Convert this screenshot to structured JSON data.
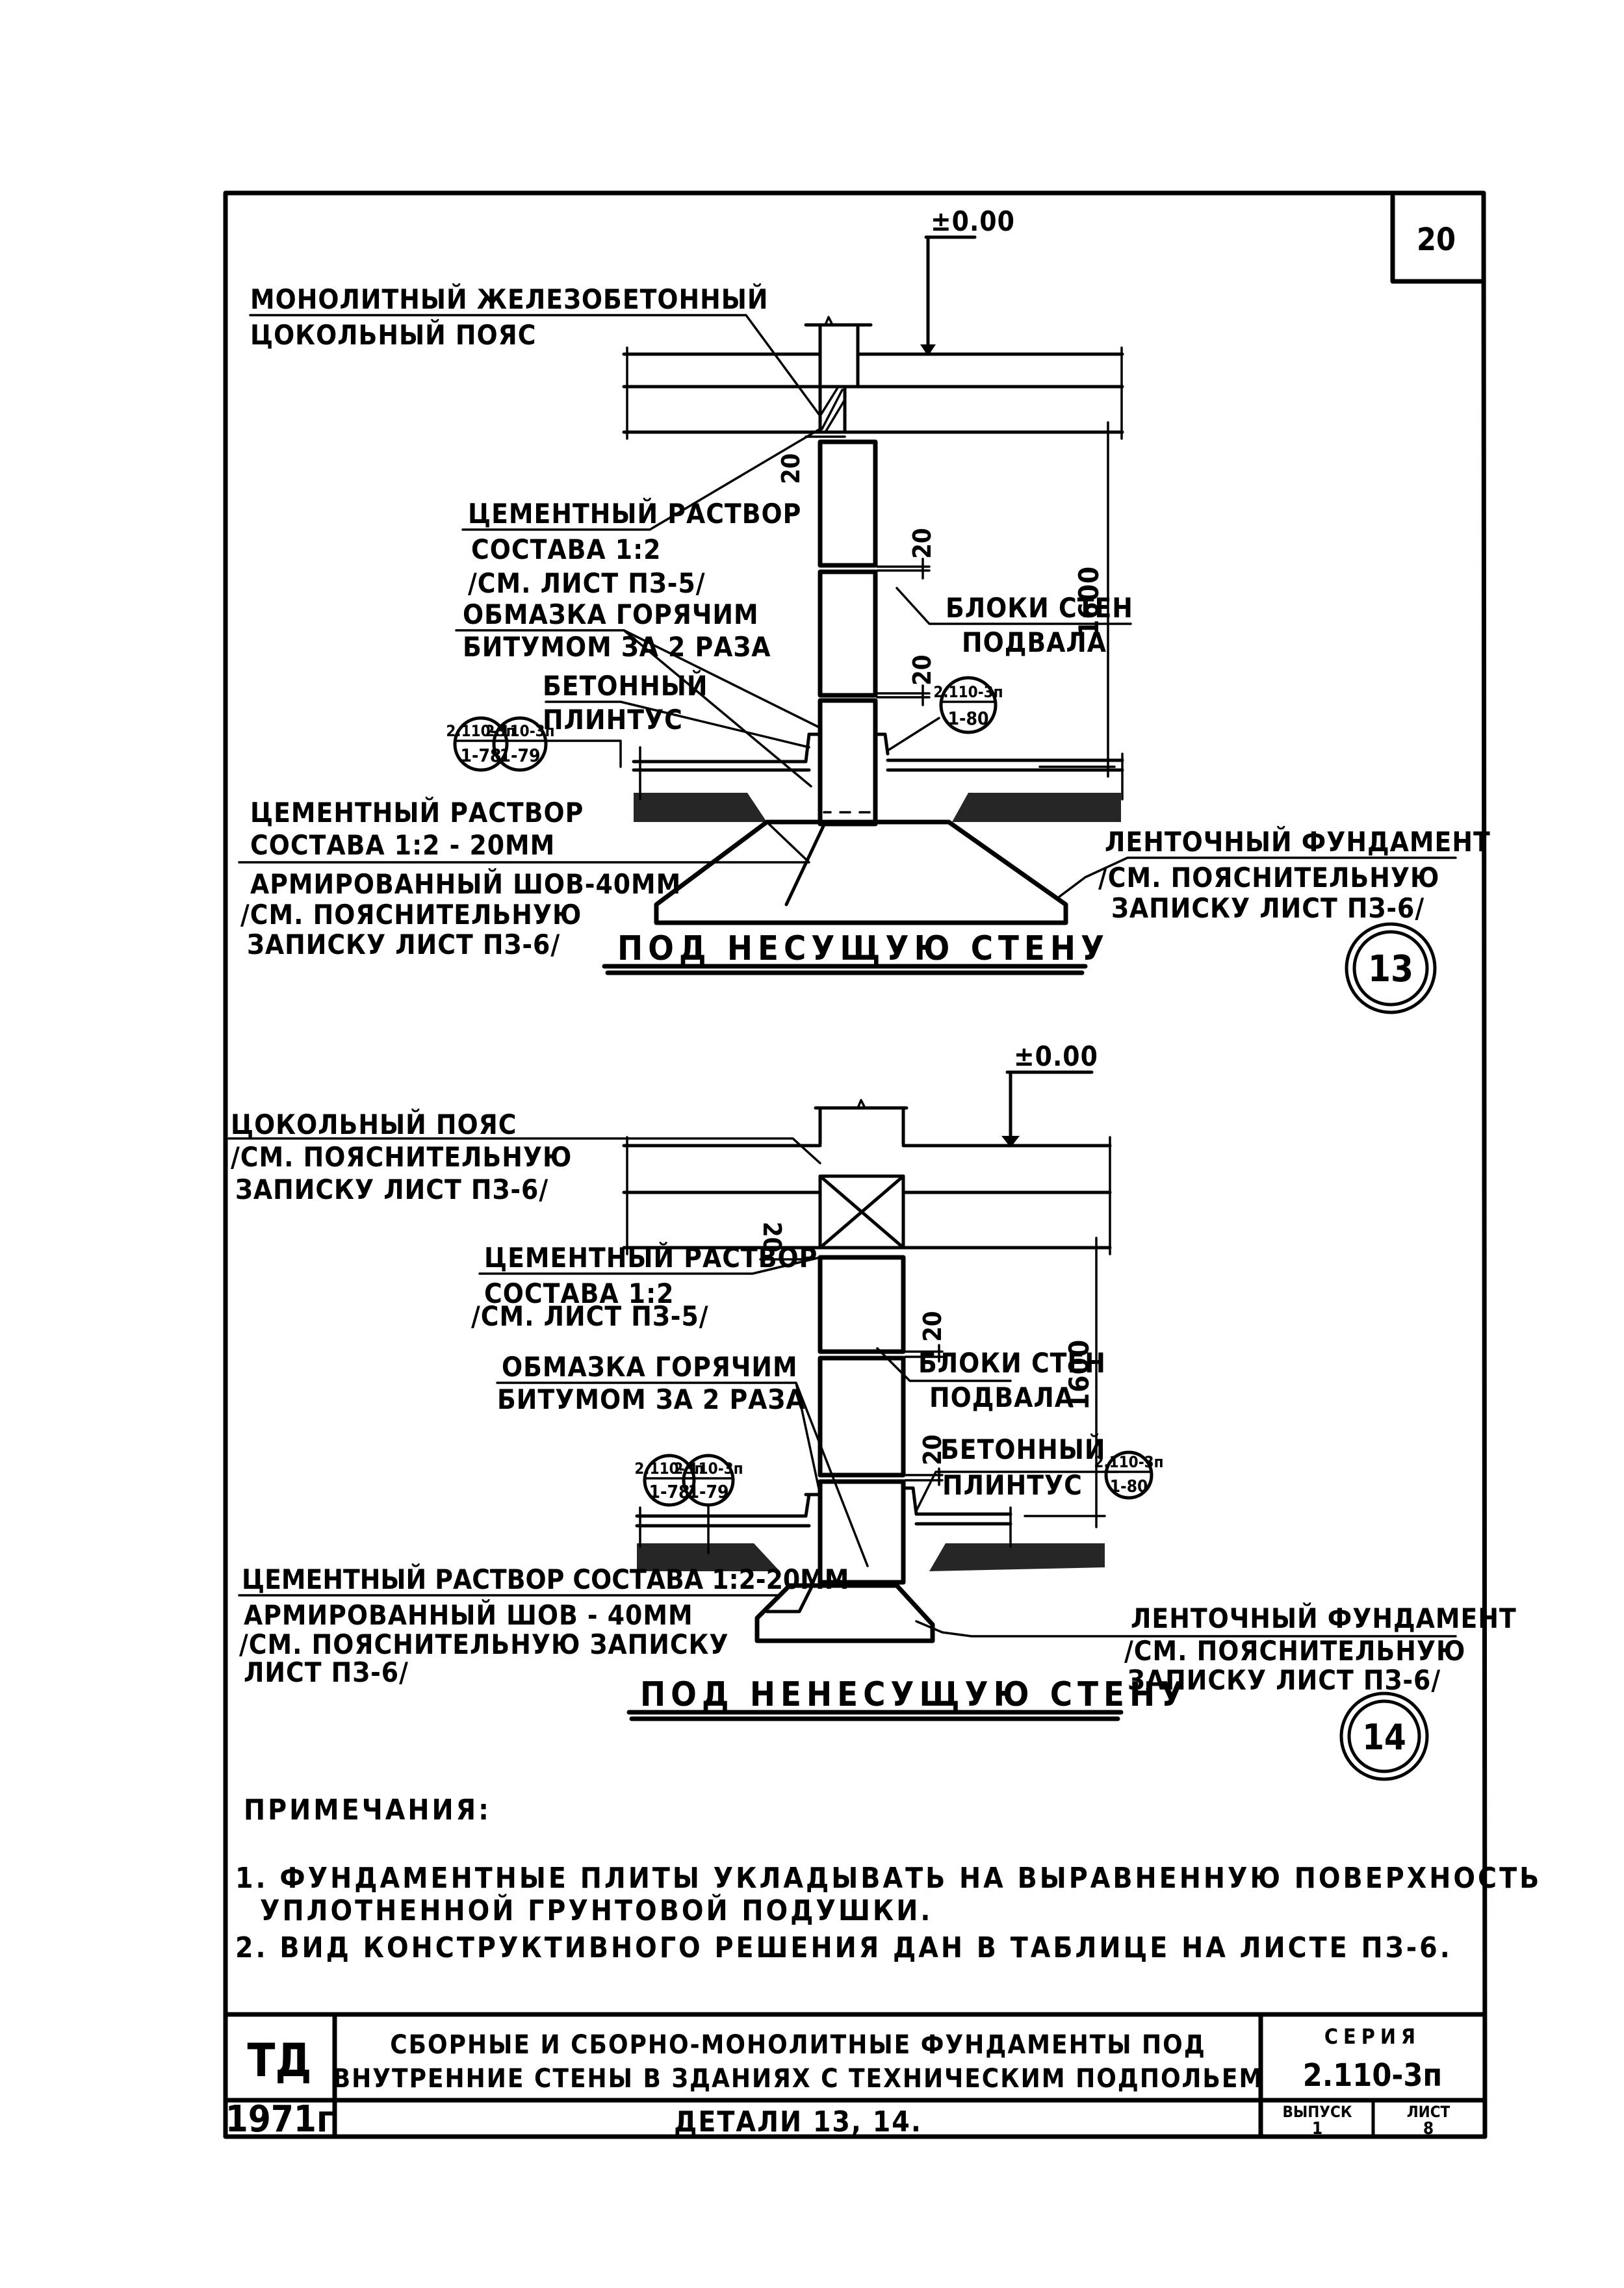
{
  "sheet": {
    "page_number": "20",
    "frame_color": "#000000",
    "background": "#ffffff"
  },
  "detail_13": {
    "caption": "ПОД НЕСУЩУЮ СТЕНУ",
    "marker": "13",
    "elevation": "±0.00",
    "dim_height": "1600",
    "dim_joints": [
      "20",
      "20",
      "20"
    ],
    "labels": {
      "belt_line1": "МОНОЛИТНЫЙ ЖЕЛЕЗОБЕТОННЫЙ",
      "belt_line2": "ЦОКОЛЬНЫЙ ПОЯС",
      "mortar_line1": "ЦЕМЕНТНЫЙ РАСТВОР",
      "mortar_line2": "СОСТАВА 1:2",
      "mortar_line3": "/СМ. ЛИСТ ПЗ-5/",
      "bitumen_line1": "ОБМАЗКА ГОРЯЧИМ",
      "bitumen_line2": "БИТУМОМ ЗА 2 РАЗА",
      "plinth_line1": "БЕТОННЫЙ",
      "plinth_line2": "ПЛИНТУС",
      "blocks_line1": "БЛОКИ СТЕН",
      "blocks_line2": "ПОДВАЛА",
      "base_mortar_line1": "ЦЕМЕНТНЫЙ РАСТВОР",
      "base_mortar_line2": "СОСТАВА 1:2 - 20ММ",
      "seam_line1": "АРМИРОВАННЫЙ ШОВ-40ММ",
      "seam_line2": "/СМ. ПОЯСНИТЕЛЬНУЮ",
      "seam_line3": "ЗАПИСКУ ЛИСТ ПЗ-6/",
      "footing_line1": "ЛЕНТОЧНЫЙ ФУНДАМЕНТ",
      "footing_line2": "/СМ. ПОЯСНИТЕЛЬНУЮ",
      "footing_line3": "ЗАПИСКУ ЛИСТ ПЗ-6/"
    },
    "refs": [
      {
        "series": "2.110-3п",
        "sheet": "1-78"
      },
      {
        "series": "2.110-3п",
        "sheet": "1-79"
      },
      {
        "series": "2.110-3п",
        "sheet": "1-80"
      }
    ]
  },
  "detail_14": {
    "caption": "ПОД НЕНЕСУЩУЮ СТЕНУ",
    "marker": "14",
    "elevation": "±0.00",
    "dim_height": "1600",
    "dim_joints": [
      "20",
      "20",
      "20"
    ],
    "labels": {
      "belt_line1": "ЦОКОЛЬНЫЙ ПОЯС",
      "belt_line2": "/СМ. ПОЯСНИТЕЛЬНУЮ",
      "belt_line3": "ЗАПИСКУ ЛИСТ ПЗ-6/",
      "mortar_line1": "ЦЕМЕНТНЫЙ РАСТВОР",
      "mortar_line2": "СОСТАВА 1:2",
      "mortar_line3": "/СМ. ЛИСТ ПЗ-5/",
      "bitumen_line1": "ОБМАЗКА ГОРЯЧИМ",
      "bitumen_line2": "БИТУМОМ ЗА 2 РАЗА",
      "plinth_line1": "БЕТОННЫЙ",
      "plinth_line2": "ПЛИНТУС",
      "blocks_line1": "БЛОКИ СТЕН",
      "blocks_line2": "ПОДВАЛА",
      "base_mortar_line1": "ЦЕМЕНТНЫЙ РАСТВОР СОСТАВА 1:2-20ММ",
      "seam_line1": "АРМИРОВАННЫЙ ШОВ - 40ММ",
      "seam_line2": "/СМ. ПОЯСНИТЕЛЬНУЮ ЗАПИСКУ",
      "seam_line3": "ЛИСТ ПЗ-6/",
      "footing_line1": "ЛЕНТОЧНЫЙ ФУНДАМЕНТ",
      "footing_line2": "/СМ. ПОЯСНИТЕЛЬНУЮ",
      "footing_line3": "ЗАПИСКУ ЛИСТ ПЗ-6/"
    },
    "refs": [
      {
        "series": "2.110-3п",
        "sheet": "1-78"
      },
      {
        "series": "2.110-3п",
        "sheet": "1-79"
      },
      {
        "series": "2.110-3п",
        "sheet": "1-80"
      }
    ]
  },
  "notes": {
    "heading": "ПРИМЕЧАНИЯ:",
    "items": [
      "1. ФУНДАМЕНТНЫЕ ПЛИТЫ УКЛАДЫВАТЬ НА ВЫРАВНЕННУЮ ПОВЕРХНОСТЬ",
      "УПЛОТНЕННОЙ ГРУНТОВОЙ ПОДУШКИ.",
      "2. ВИД КОНСТРУКТИВНОГО РЕШЕНИЯ ДАН В ТАБЛИЦЕ НА ЛИСТЕ ПЗ-6."
    ]
  },
  "title_block": {
    "org": "ТД",
    "year": "1971г",
    "title_line1": "СБОРНЫЕ И СБОРНО-МОНОЛИТНЫЕ ФУНДАМЕНТЫ ПОД",
    "title_line2": "ВНУТРЕННИЕ СТЕНЫ В ЗДАНИЯХ С ТЕХНИЧЕСКИМ ПОДПОЛЬЕМ",
    "sheet_title": "ДЕТАЛИ 13, 14.",
    "series_label": "СЕРИЯ",
    "series_value": "2.110-3п",
    "issue_label": "ВЫПУСК",
    "issue_value": "1",
    "sheet_label": "ЛИСТ",
    "sheet_value": "8"
  }
}
